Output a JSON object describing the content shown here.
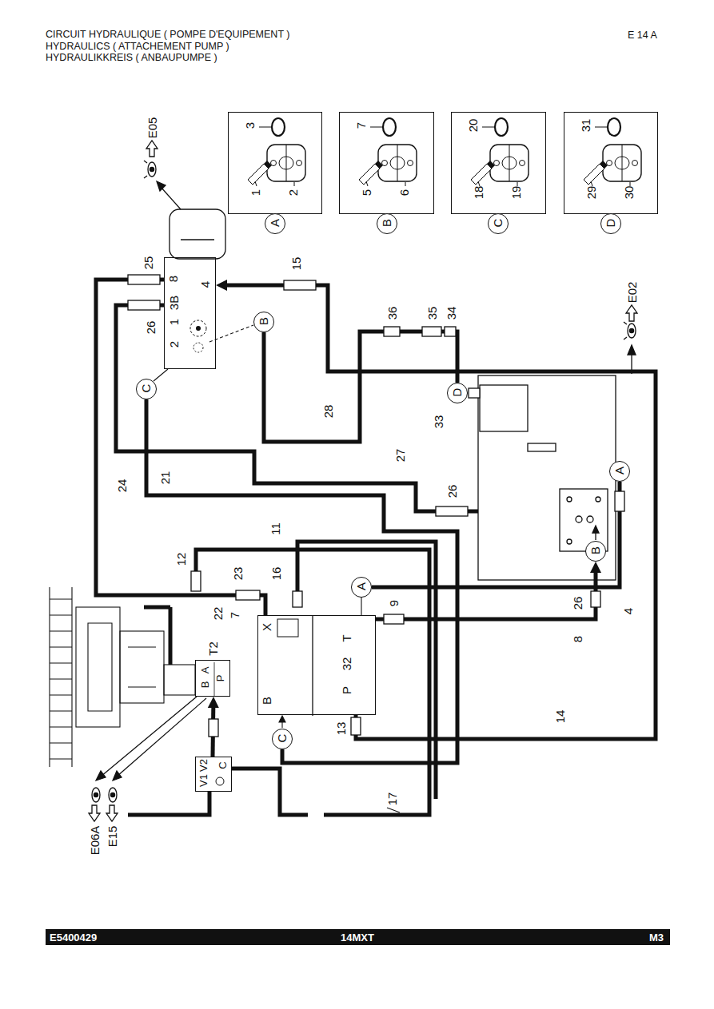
{
  "diagram": {
    "title": "CIRCUIT HYDRAULIQUE ( POMPE D'EQUIPEMENT )",
    "nodes": [
      {
        "text": [
          "1",
          "2",
          "3"
        ]
      },
      {
        "text": [
          "A"
        ]
      },
      {
        "text": [
          "5",
          "6",
          "7"
        ]
      },
      {
        "text": [
          "B"
        ]
      },
      {
        "text": [
          "18",
          "19",
          "20"
        ]
      },
      {
        "text": [
          "C"
        ]
      },
      {
        "text": [
          "29",
          "30",
          "31"
        ]
      },
      {
        "text": [
          "D"
        ]
      },
      {
        "text": [
          "8",
          "4",
          "3B",
          "1",
          "2"
        ]
      },
      {
        "text": [
          "B"
        ]
      },
      {
        "text": [
          "C"
        ]
      },
      {
        "text": [
          "D"
        ]
      },
      {
        "text": [
          "A"
        ]
      },
      {
        "text": [
          "B"
        ]
      },
      {
        "text": [
          "A"
        ]
      },
      {
        "text": [
          "B",
          "A",
          "P"
        ]
      },
      {
        "text": [
          "X",
          "T",
          "32",
          "P",
          "B"
        ]
      },
      {
        "text": [
          "C"
        ]
      },
      {
        "text": [
          "V2",
          "V1",
          "C"
        ]
      }
    ],
    "edges": [
      {
        "from": 16,
        "to": 8,
        "arrow": "to"
      },
      {
        "from": 8,
        "to": 16,
        "arrow": "none"
      },
      {
        "from": 10,
        "to": 17,
        "arrow": "none"
      },
      {
        "from": 9,
        "to": 11,
        "arrow": "none"
      },
      {
        "from": 12,
        "to": 14,
        "arrow": "none"
      },
      {
        "from": 16,
        "to": 13,
        "arrow": "to"
      },
      {
        "from": 18,
        "to": 15,
        "arrow": "to"
      }
    ],
    "labels": [
      "E 14 A",
      "HYDRAULICS ( ATTACHEMENT PUMP )",
      "HYDRAULIKKREIS ( ANBAUPUMPE )",
      "E05",
      "25",
      "15",
      "26",
      "36",
      "35",
      "34",
      "E02",
      "28",
      "33",
      "27",
      "26",
      "24",
      "21",
      "11",
      "12",
      "23",
      "16",
      "22",
      "7",
      "T2",
      "26",
      "8",
      "4",
      "9",
      "13",
      "14",
      "17",
      "E06A",
      "E15",
      "E5400429",
      "14MXT",
      "M3"
    ]
  }
}
